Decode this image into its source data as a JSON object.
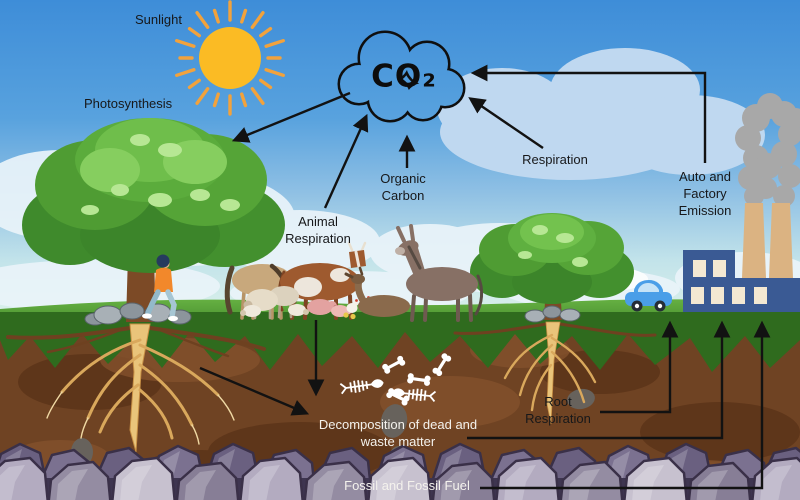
{
  "scene": {
    "co2_label": "CO₂",
    "labels": {
      "sunlight": "Sunlight",
      "photosynthesis": "Photosynthesis",
      "animal_respiration": [
        "Animal",
        "Respiration"
      ],
      "organic_carbon": [
        "Organic",
        "Carbon"
      ],
      "respiration": "Respiration",
      "auto_factory_emission": [
        "Auto and",
        "Factory",
        "Emission"
      ],
      "root_respiration": [
        "Root",
        "Respiration"
      ],
      "decomposition": [
        "Decomposition of dead and",
        "waste matter"
      ],
      "fossil_fuel": "Fossil and Fossil Fuel"
    },
    "colors": {
      "sky_top": "#3E8DD8",
      "sky_horizon": "#D8EFEA",
      "sun": "#FBBB24",
      "sun_rays": "#F2A23C",
      "grass": "#55A035",
      "grass_dark": "#2F6B1E",
      "soil": "#6F4323",
      "roots": "#E9C47A",
      "factory_building": "#3A5A94",
      "smokestack": "#DBB382",
      "smoke": "#A8A8A8",
      "car": "#4A9EE8",
      "rock": "#ABA2B8",
      "arrow": "#121212",
      "label_dark": "#17181A",
      "label_light": "#F4F2ED"
    }
  }
}
